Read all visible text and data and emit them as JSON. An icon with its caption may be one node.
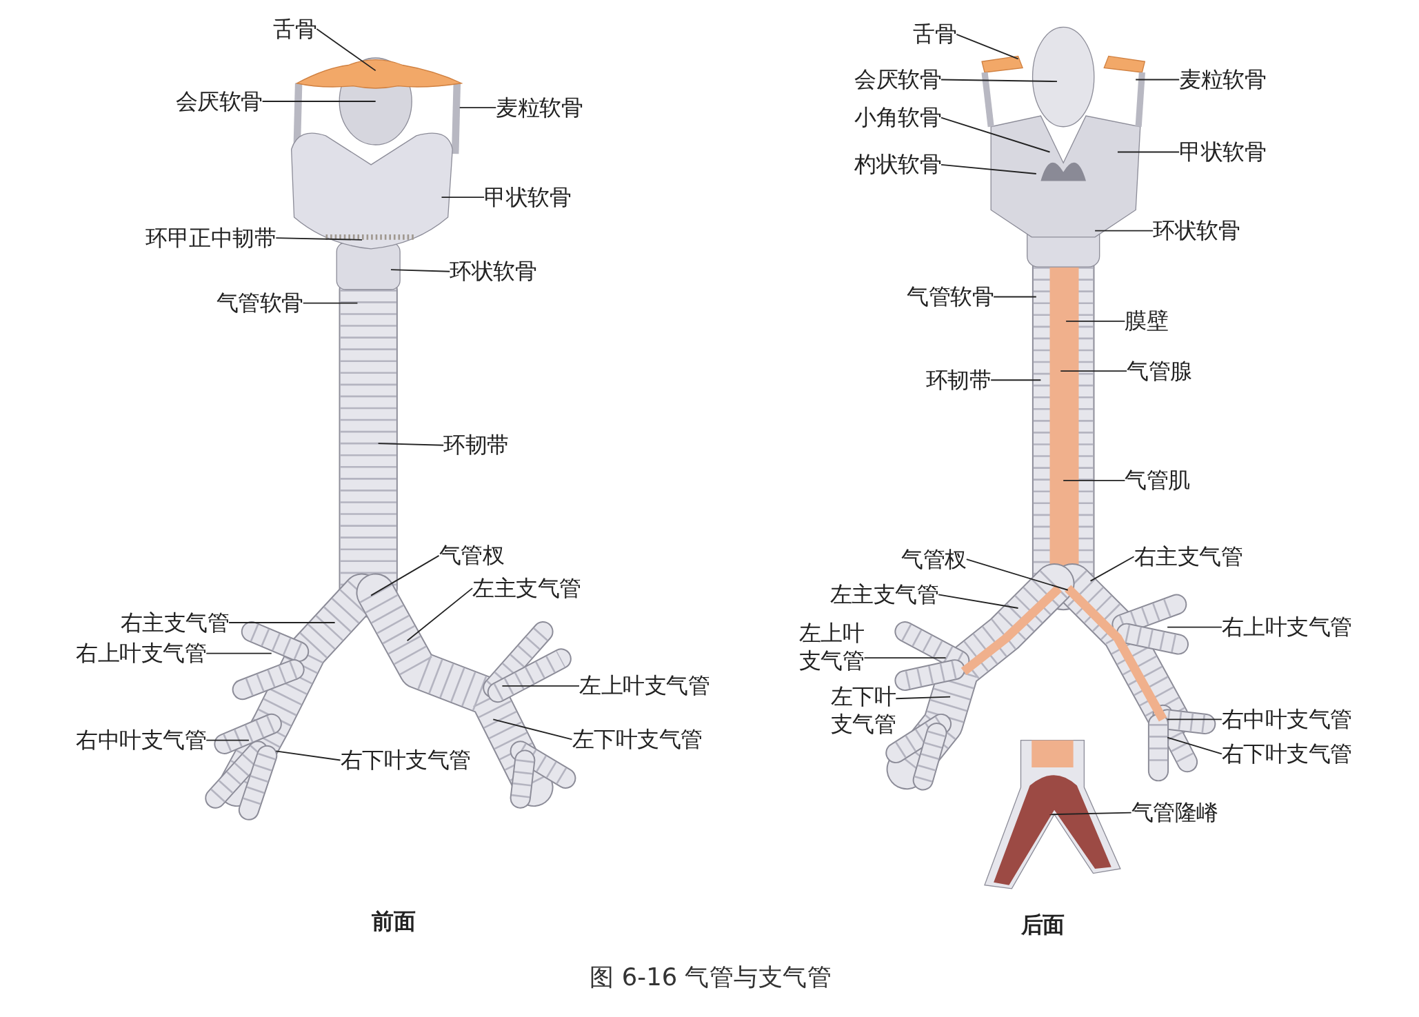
{
  "diagram": {
    "caption": "图 6-16 气管与支气管",
    "nodes": [
      {
        "text": [
          "舌骨"
        ]
      },
      {
        "text": [
          "会厌软骨"
        ]
      },
      {
        "text": [
          "麦粒软骨"
        ]
      },
      {
        "text": [
          "甲状软骨"
        ]
      },
      {
        "text": [
          "环甲正中韧带"
        ]
      },
      {
        "text": [
          "环状软骨"
        ]
      },
      {
        "text": [
          "气管软骨"
        ]
      },
      {
        "text": [
          "环韧带"
        ]
      },
      {
        "text": [
          "气管杈"
        ]
      },
      {
        "text": [
          "左主支气管"
        ]
      },
      {
        "text": [
          "右主支气管"
        ]
      },
      {
        "text": [
          "右上叶支气管"
        ]
      },
      {
        "text": [
          "左上叶支气管"
        ]
      },
      {
        "text": [
          "左下叶支气管"
        ]
      },
      {
        "text": [
          "右中叶支气管"
        ]
      },
      {
        "text": [
          "右下叶支气管"
        ]
      },
      {
        "text": [
          "舌骨"
        ]
      },
      {
        "text": [
          "会厌软骨"
        ]
      },
      {
        "text": [
          "麦粒软骨"
        ]
      },
      {
        "text": [
          "小角软骨"
        ]
      },
      {
        "text": [
          "甲状软骨"
        ]
      },
      {
        "text": [
          "杓状软骨"
        ]
      },
      {
        "text": [
          "环状软骨"
        ]
      },
      {
        "text": [
          "气管软骨"
        ]
      },
      {
        "text": [
          "膜壁"
        ]
      },
      {
        "text": [
          "环韧带"
        ]
      },
      {
        "text": [
          "气管腺"
        ]
      },
      {
        "text": [
          "气管肌"
        ]
      },
      {
        "text": [
          "气管杈"
        ]
      },
      {
        "text": [
          "右主支气管"
        ]
      },
      {
        "text": [
          "左主支气管"
        ]
      },
      {
        "text": [
          "右上叶支气管"
        ]
      },
      {
        "text": [
          "左上叶支气管"
        ]
      },
      {
        "text": [
          "右中叶支气管"
        ]
      },
      {
        "text": [
          "左下叶支气管"
        ]
      },
      {
        "text": [
          "右下叶支气管"
        ]
      },
      {
        "text": [
          "气管隆嵴"
        ]
      }
    ],
    "edges": [
      {
        "from": 0,
        "to": null,
        "arrow": "none"
      },
      {
        "from": 1,
        "to": null,
        "arrow": "none"
      },
      {
        "from": 2,
        "to": null,
        "arrow": "none"
      },
      {
        "from": 3,
        "to": null,
        "arrow": "none"
      },
      {
        "from": 4,
        "to": null,
        "arrow": "none"
      },
      {
        "from": 5,
        "to": null,
        "arrow": "none"
      },
      {
        "from": 6,
        "to": null,
        "arrow": "none"
      },
      {
        "from": 7,
        "to": null,
        "arrow": "none"
      },
      {
        "from": 8,
        "to": null,
        "arrow": "none"
      },
      {
        "from": 9,
        "to": null,
        "arrow": "none"
      },
      {
        "from": 10,
        "to": null,
        "arrow": "none"
      },
      {
        "from": 11,
        "to": null,
        "arrow": "none"
      },
      {
        "from": 12,
        "to": null,
        "arrow": "none"
      },
      {
        "from": 13,
        "to": null,
        "arrow": "none"
      },
      {
        "from": 14,
        "to": null,
        "arrow": "none"
      },
      {
        "from": 15,
        "to": null,
        "arrow": "none"
      },
      {
        "from": 16,
        "to": null,
        "arrow": "none"
      },
      {
        "from": 17,
        "to": null,
        "arrow": "none"
      },
      {
        "from": 18,
        "to": null,
        "arrow": "none"
      },
      {
        "from": 19,
        "to": null,
        "arrow": "none"
      },
      {
        "from": 20,
        "to": null,
        "arrow": "none"
      },
      {
        "from": 21,
        "to": null,
        "arrow": "none"
      },
      {
        "from": 22,
        "to": null,
        "arrow": "none"
      },
      {
        "from": 23,
        "to": null,
        "arrow": "none"
      },
      {
        "from": 24,
        "to": null,
        "arrow": "none"
      },
      {
        "from": 25,
        "to": null,
        "arrow": "none"
      },
      {
        "from": 26,
        "to": null,
        "arrow": "none"
      },
      {
        "from": 27,
        "to": null,
        "arrow": "none"
      },
      {
        "from": 28,
        "to": null,
        "arrow": "none"
      },
      {
        "from": 29,
        "to": null,
        "arrow": "none"
      },
      {
        "from": 30,
        "to": null,
        "arrow": "none"
      },
      {
        "from": 31,
        "to": null,
        "arrow": "none"
      },
      {
        "from": 32,
        "to": null,
        "arrow": "none"
      },
      {
        "from": 33,
        "to": null,
        "arrow": "none"
      },
      {
        "from": 34,
        "to": null,
        "arrow": "none"
      },
      {
        "from": 35,
        "to": null,
        "arrow": "none"
      },
      {
        "from": 36,
        "to": null,
        "arrow": "none"
      }
    ],
    "labels": [
      "前面",
      "后面"
    ]
  }
}
